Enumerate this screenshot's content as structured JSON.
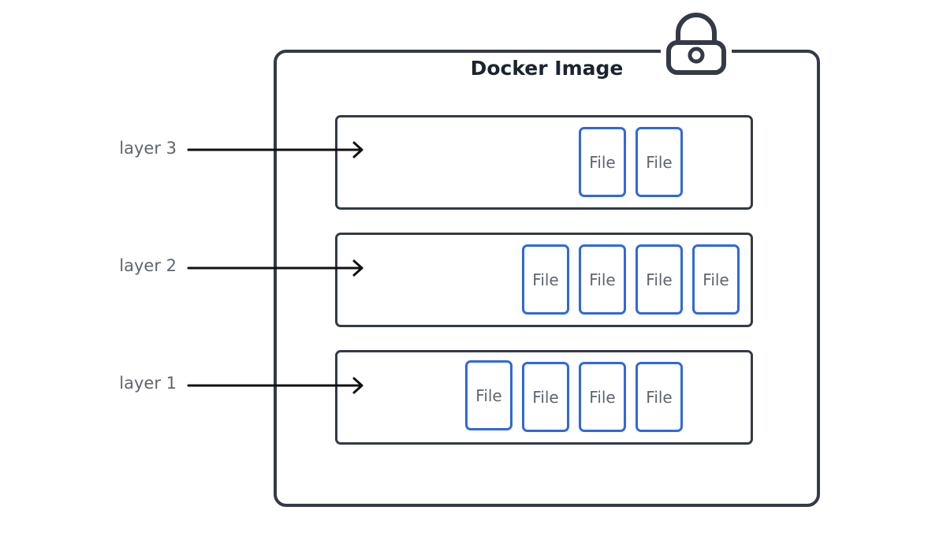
{
  "image": {
    "title": "Docker Image"
  },
  "icons": {
    "lock": "lock-icon"
  },
  "colors": {
    "outline": "#343a46",
    "file_border": "#2f68e0",
    "label_text": "#5f6570"
  },
  "layers": [
    {
      "label": "layer 3",
      "files": [
        "File",
        "File"
      ]
    },
    {
      "label": "layer 2",
      "files": [
        "File",
        "File",
        "File",
        "File"
      ]
    },
    {
      "label": "layer 1",
      "files": [
        "File",
        "File",
        "File",
        "File"
      ]
    }
  ]
}
